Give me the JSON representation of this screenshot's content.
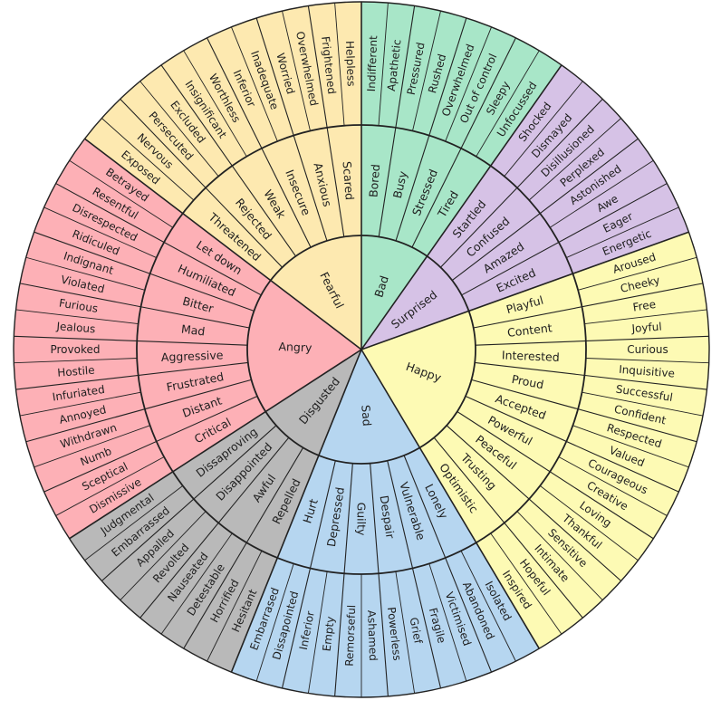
{
  "wheel": {
    "colors": {
      "Bad": "#a8e6c8",
      "Fearful": "#fde9b0",
      "Angry": "#fdb0b6",
      "Disgusted": "#b9b9b9",
      "Sad": "#b6d6f0",
      "Happy": "#fdfab4",
      "Surprised": "#d6c2e6"
    },
    "core": [
      {
        "name": "Bad",
        "mid": [
          {
            "name": "Bored",
            "outer": [
              "Indifferent",
              "Apathetic"
            ]
          },
          {
            "name": "Busy",
            "outer": [
              "Pressured",
              "Rushed"
            ]
          },
          {
            "name": "Stressed",
            "outer": [
              "Overwhelmed",
              "Out of control"
            ]
          },
          {
            "name": "Tired",
            "outer": [
              "Sleepy",
              "Unfocussed"
            ]
          }
        ]
      },
      {
        "name": "Surprised",
        "mid": [
          {
            "name": "Startled",
            "outer": [
              "Shocked",
              "Dismayed"
            ]
          },
          {
            "name": "Confused",
            "outer": [
              "Disillusioned",
              "Perplexed"
            ]
          },
          {
            "name": "Amazed",
            "outer": [
              "Astonished",
              "Awe"
            ]
          },
          {
            "name": "Excited",
            "outer": [
              "Eager",
              "Energetic"
            ]
          }
        ]
      },
      {
        "name": "Happy",
        "mid": [
          {
            "name": "Playful",
            "outer": [
              "Aroused",
              "Cheeky"
            ]
          },
          {
            "name": "Content",
            "outer": [
              "Free",
              "Joyful"
            ]
          },
          {
            "name": "Interested",
            "outer": [
              "Curious",
              "Inquisitive"
            ]
          },
          {
            "name": "Proud",
            "outer": [
              "Successful",
              "Confident"
            ]
          },
          {
            "name": "Accepted",
            "outer": [
              "Respected",
              "Valued"
            ]
          },
          {
            "name": "Powerful",
            "outer": [
              "Courageous",
              "Creative"
            ]
          },
          {
            "name": "Peaceful",
            "outer": [
              "Loving",
              "Thankful"
            ]
          },
          {
            "name": "Trusting",
            "outer": [
              "Sensitive",
              "Intimate"
            ]
          },
          {
            "name": "Optimistic",
            "outer": [
              "Hopeful",
              "Inspired"
            ]
          }
        ]
      },
      {
        "name": "Sad",
        "mid": [
          {
            "name": "Lonely",
            "outer": [
              "Isolated",
              "Abandoned"
            ]
          },
          {
            "name": "Vulnerable",
            "outer": [
              "Victimised",
              "Fragile"
            ]
          },
          {
            "name": "Despair",
            "outer": [
              "Grief",
              "Powerless"
            ]
          },
          {
            "name": "Guilty",
            "outer": [
              "Ashamed",
              "Remorseful"
            ]
          },
          {
            "name": "Depressed",
            "outer": [
              "Empty",
              "Inferior"
            ]
          },
          {
            "name": "Hurt",
            "outer": [
              "Dissapointed",
              "Embarrased"
            ]
          }
        ]
      },
      {
        "name": "Disgusted",
        "mid": [
          {
            "name": "Repelled",
            "outer": [
              "Hesitant",
              "Horrified"
            ]
          },
          {
            "name": "Awful",
            "outer": [
              "Detestable",
              "Nauseated"
            ]
          },
          {
            "name": "Disappointed",
            "outer": [
              "Revolted",
              "Appalled"
            ]
          },
          {
            "name": "Dissaproving",
            "outer": [
              "Embarrassed",
              "Judgmental"
            ]
          }
        ]
      },
      {
        "name": "Angry",
        "mid": [
          {
            "name": "Critical",
            "outer": [
              "Dismissive",
              "Sceptical"
            ]
          },
          {
            "name": "Distant",
            "outer": [
              "Numb",
              "Withdrawn"
            ]
          },
          {
            "name": "Frustrated",
            "outer": [
              "Annoyed",
              "Infuriated"
            ]
          },
          {
            "name": "Aggressive",
            "outer": [
              "Hostile",
              "Provoked"
            ]
          },
          {
            "name": "Mad",
            "outer": [
              "Jealous",
              "Furious"
            ]
          },
          {
            "name": "Bitter",
            "outer": [
              "Violated",
              "Indignant"
            ]
          },
          {
            "name": "Humiliated",
            "outer": [
              "Ridiculed",
              "Disrespected"
            ]
          },
          {
            "name": "Let down",
            "outer": [
              "Resentful",
              "Betrayed"
            ]
          }
        ]
      },
      {
        "name": "Fearful",
        "mid": [
          {
            "name": "Threatened",
            "outer": [
              "Exposed",
              "Nervous"
            ]
          },
          {
            "name": "Rejected",
            "outer": [
              "Persecuted",
              "Excluded"
            ]
          },
          {
            "name": "Weak",
            "outer": [
              "Insignificant",
              "Worthless"
            ]
          },
          {
            "name": "Insecure",
            "outer": [
              "Inferior",
              "Inadequate"
            ]
          },
          {
            "name": "Anxious",
            "outer": [
              "Worried",
              "Overwhelmed"
            ]
          },
          {
            "name": "Scared",
            "outer": [
              "Frightened",
              "Helpless"
            ]
          }
        ]
      }
    ]
  }
}
